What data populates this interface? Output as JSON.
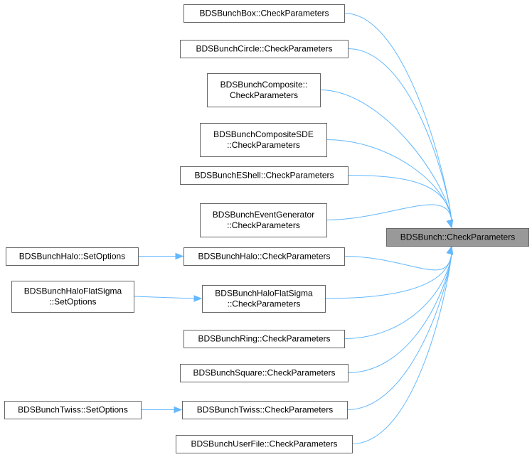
{
  "graph": {
    "edge_color": "#63b8ff",
    "target_fill": "#999999",
    "node_border": "#666666",
    "nodes": {
      "target": [
        "BDSBunch::CheckParameters"
      ],
      "box": [
        "BDSBunchBox::CheckParameters"
      ],
      "circle": [
        "BDSBunchCircle::CheckParameters"
      ],
      "composite": [
        "BDSBunchComposite::",
        "CheckParameters"
      ],
      "compositesde": [
        "BDSBunchCompositeSDE",
        "::CheckParameters"
      ],
      "eshell": [
        "BDSBunchEShell::CheckParameters"
      ],
      "eventgen": [
        "BDSBunchEventGenerator",
        "::CheckParameters"
      ],
      "halo": [
        "BDSBunchHalo::CheckParameters"
      ],
      "haloflat": [
        "BDSBunchHaloFlatSigma",
        "::CheckParameters"
      ],
      "ring": [
        "BDSBunchRing::CheckParameters"
      ],
      "square": [
        "BDSBunchSquare::CheckParameters"
      ],
      "twiss": [
        "BDSBunchTwiss::CheckParameters"
      ],
      "userfile": [
        "BDSBunchUserFile::CheckParameters"
      ],
      "halo_setopt": [
        "BDSBunchHalo::SetOptions"
      ],
      "haloflat_setopt": [
        "BDSBunchHaloFlatSigma",
        "::SetOptions"
      ],
      "twiss_setopt": [
        "BDSBunchTwiss::SetOptions"
      ]
    },
    "edges": [
      [
        "box",
        "target"
      ],
      [
        "circle",
        "target"
      ],
      [
        "composite",
        "target"
      ],
      [
        "compositesde",
        "target"
      ],
      [
        "eshell",
        "target"
      ],
      [
        "eventgen",
        "target"
      ],
      [
        "halo",
        "target"
      ],
      [
        "haloflat",
        "target"
      ],
      [
        "ring",
        "target"
      ],
      [
        "square",
        "target"
      ],
      [
        "twiss",
        "target"
      ],
      [
        "userfile",
        "target"
      ],
      [
        "halo_setopt",
        "halo"
      ],
      [
        "haloflat_setopt",
        "haloflat"
      ],
      [
        "twiss_setopt",
        "twiss"
      ]
    ]
  }
}
